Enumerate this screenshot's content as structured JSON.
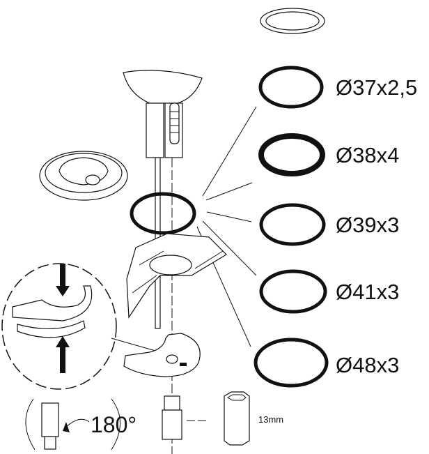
{
  "rings": [
    {
      "label": "Ø37x2,5"
    },
    {
      "label": "Ø38x4"
    },
    {
      "label": "Ø39x3"
    },
    {
      "label": "Ø41x3"
    },
    {
      "label": "Ø48x3"
    }
  ],
  "rotation_label": "180°",
  "wrench_size_label": "13mm"
}
